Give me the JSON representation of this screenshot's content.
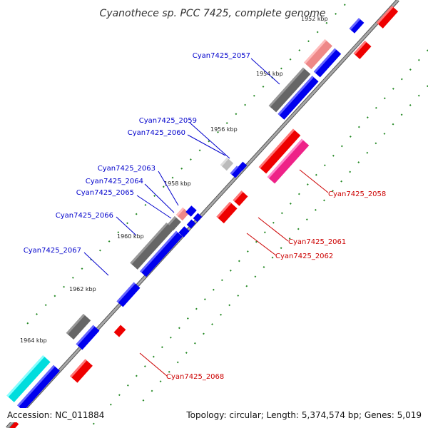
{
  "title": "Cyanothece sp. PCC 7425, complete genome",
  "footer": {
    "accession": "Accession: NC_011884",
    "topology": "Topology: circular; Length: 5,374,574 bp; Genes: 5,019"
  },
  "scale_labels": [
    "1952 kbp",
    "1954 kbp",
    "1956 kbp",
    "1958 kbp",
    "1960 kbp",
    "1962 kbp",
    "1964 kbp"
  ],
  "gene_labels_left": [
    "Cyan7425_2057",
    "Cyan7425_2059",
    "Cyan7425_2060",
    "Cyan7425_2063",
    "Cyan7425_2064",
    "Cyan7425_2065",
    "Cyan7425_2066",
    "Cyan7425_2067"
  ],
  "gene_labels_right": [
    "Cyan7425_2058",
    "Cyan7425_2061",
    "Cyan7425_2062",
    "Cyan7425_2068"
  ],
  "colors": {
    "forward_label": "#0000cc",
    "reverse_label": "#cc0000",
    "forward_gene": "#0000ee",
    "reverse_gene": "#ee0000",
    "backbone": "#888888",
    "tick": "#228822"
  }
}
